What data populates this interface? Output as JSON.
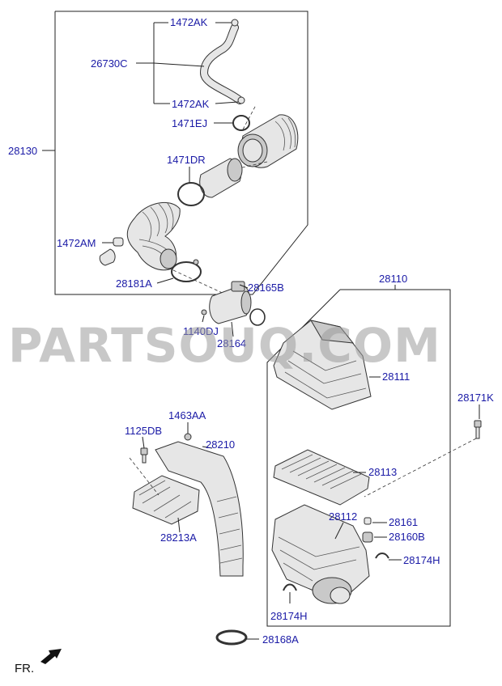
{
  "watermark": "PARTSOUQ.COM",
  "direction_label": "FR.",
  "labels": {
    "l_28130": "28130",
    "l_1472AK_top": "1472AK",
    "l_26730C": "26730C",
    "l_1472AK_bottom": "1472AK",
    "l_1471EJ": "1471EJ",
    "l_1471DR": "1471DR",
    "l_1472AM": "1472AM",
    "l_28181A": "28181A",
    "l_28165B": "28165B",
    "l_1140DJ": "1140DJ",
    "l_28164": "28164",
    "l_28110": "28110",
    "l_28111": "28111",
    "l_28171K": "28171K",
    "l_1463AA": "1463AA",
    "l_1125DB": "1125DB",
    "l_28210": "28210",
    "l_28213A": "28213A",
    "l_28113": "28113",
    "l_28112": "28112",
    "l_28161": "28161",
    "l_28160B": "28160B",
    "l_28174H_right": "28174H",
    "l_28174H_bottom": "28174H",
    "l_28168A": "28168A"
  }
}
